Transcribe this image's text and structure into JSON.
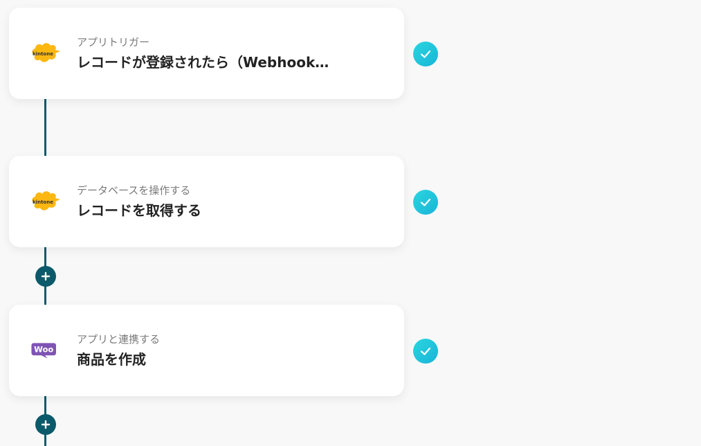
{
  "flow": {
    "steps": [
      {
        "app": "kintone",
        "app_icon": "kintone-logo",
        "category": "アプリトリガー",
        "title": "レコードが登録されたら（Webhook…",
        "status_icon": "check-icon"
      },
      {
        "app": "kintone",
        "app_icon": "kintone-logo",
        "category": "データベースを操作する",
        "title": "レコードを取得する",
        "status_icon": "check-icon"
      },
      {
        "app": "Woo",
        "app_icon": "woocommerce-logo",
        "category": "アプリと連携する",
        "title": "商品を作成",
        "status_icon": "check-icon"
      }
    ],
    "add_button_icon": "plus-icon"
  },
  "colors": {
    "background": "#f8f8f8",
    "connector": "#0b5a6b",
    "check_badge": "#22c6dc",
    "kintone_yellow": "#fcb711",
    "woo_purple": "#7f54b3"
  }
}
